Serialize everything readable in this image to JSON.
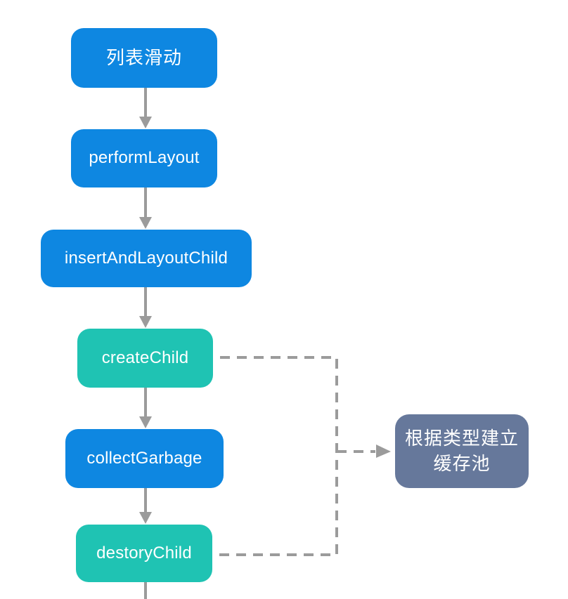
{
  "diagram": {
    "title": "list-recycle-flowchart",
    "nodes": {
      "list_scroll": {
        "label": "列表滑动"
      },
      "perform_layout": {
        "label": "performLayout"
      },
      "insert_and_layout_child": {
        "label": "insertAndLayoutChild"
      },
      "create_child": {
        "label": "createChild"
      },
      "collect_garbage": {
        "label": "collectGarbage"
      },
      "destory_child": {
        "label": "destoryChild"
      },
      "cache_pool": {
        "label_line1": "根据类型建立",
        "label_line2": "缓存池"
      }
    },
    "edges": [
      {
        "from": "list_scroll",
        "to": "perform_layout",
        "style": "solid-arrow"
      },
      {
        "from": "perform_layout",
        "to": "insert_and_layout_child",
        "style": "solid-arrow"
      },
      {
        "from": "insert_and_layout_child",
        "to": "create_child",
        "style": "solid-arrow"
      },
      {
        "from": "create_child",
        "to": "collect_garbage",
        "style": "solid-arrow"
      },
      {
        "from": "collect_garbage",
        "to": "destory_child",
        "style": "solid-arrow"
      },
      {
        "from": "destory_child",
        "to": "offscreen-bottom",
        "style": "solid-line"
      },
      {
        "from": "create_child",
        "to": "cache_pool",
        "style": "dashed-arrow"
      },
      {
        "from": "destory_child",
        "to": "cache_pool",
        "style": "dashed-arrow"
      }
    ],
    "colors": {
      "node_blue": "#0E87E1",
      "node_teal": "#1FC3B3",
      "node_slate": "#66789B",
      "arrow_gray": "#9B9B9B",
      "text": "#FFFFFF",
      "background": "#FFFFFF"
    }
  }
}
